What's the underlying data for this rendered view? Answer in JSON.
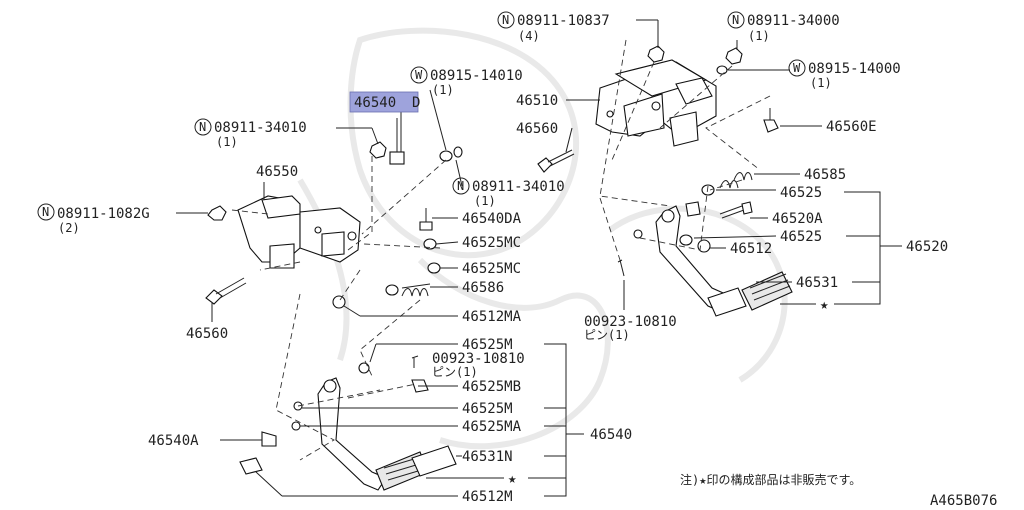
{
  "colors": {
    "highlight": "#9ea3dc",
    "ink": "#222222",
    "watermark": "#e9e9e9"
  },
  "labels": {
    "p46540_top": "46540",
    "p46540_top_suffix": "D",
    "n08911_34010_a": "08911-34010",
    "n08911_34010_a_qty": "(1)",
    "w08915_14010": "08915-14010",
    "w08915_14010_qty": "(1)",
    "n08911_34010_b": "08911-34010",
    "n08911_34010_b_qty": "(1)",
    "p46550": "46550",
    "n08911_1082g": "08911-1082G",
    "n08911_1082g_qty": "(2)",
    "p46540da": "46540DA",
    "p46525mc_1": "46525MC",
    "p46525mc_2": "46525MC",
    "p46586": "46586",
    "p46560_left": "46560",
    "p46512ma": "46512MA",
    "p46525m_top": "46525M",
    "p00923_left": "00923-10810",
    "p00923_left_sub": "ピン(1)",
    "p46525mb": "46525MB",
    "p46525m_mid": "46525M",
    "p46525ma": "46525MA",
    "p46540a": "46540A",
    "p46540": "46540",
    "p46531n": "46531N",
    "p46512m": "46512M",
    "n08911_10837": "08911-10837",
    "n08911_10837_qty": "(4)",
    "n08911_34000": "08911-34000",
    "n08911_34000_qty": "(1)",
    "w08915_14000": "08915-14000",
    "w08915_14000_qty": "(1)",
    "p46510": "46510",
    "p46560_right": "46560",
    "p46560e": "46560E",
    "p46585": "46585",
    "p46525_a": "46525",
    "p46520a": "46520A",
    "p46525_b": "46525",
    "p46512": "46512",
    "p46520": "46520",
    "p46531": "46531",
    "p00923_right": "00923-10810",
    "p00923_right_sub": "ピン(1)",
    "note": "注)★印の構成部品は非販売です。",
    "figure_code": "A465B076"
  },
  "symbols": {
    "n": "N",
    "w": "W",
    "star": "★"
  }
}
